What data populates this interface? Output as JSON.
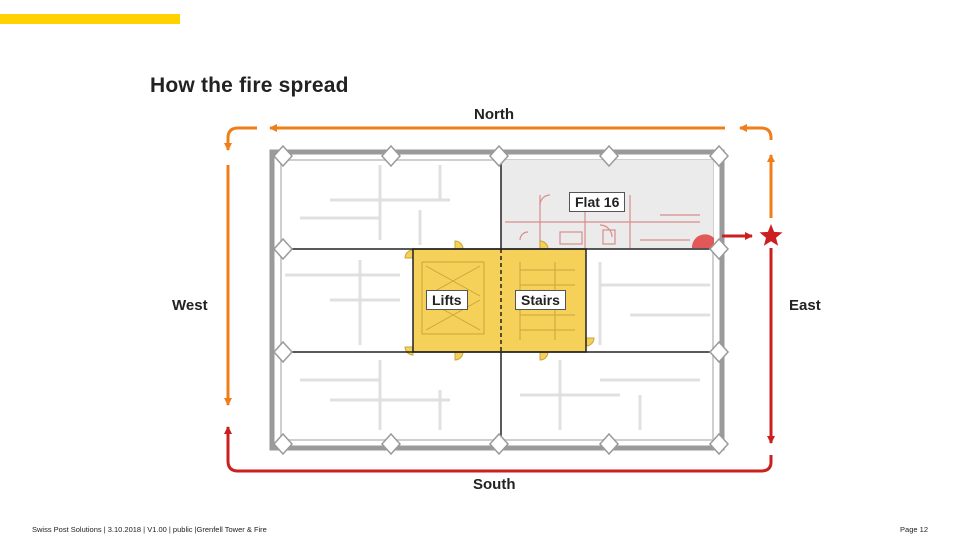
{
  "header": {
    "accent_color": "#ffd200"
  },
  "diagram": {
    "title": "How the fire spread",
    "directions": {
      "north": "North",
      "south": "South",
      "east": "East",
      "west": "West"
    },
    "rooms": {
      "flat": "Flat 16",
      "lifts": "Lifts",
      "stairs": "Stairs"
    },
    "colors": {
      "fire_red": "#cc1f1f",
      "spread_orange": "#f07d1a",
      "core_yellow": "#f5d15a"
    },
    "icons": {
      "origin": "star-icon"
    }
  },
  "footer": {
    "left": "Swiss Post Solutions | 3.10.2018 | V1.00 | public |Grenfell Tower & Fire",
    "right": "Page 12"
  }
}
